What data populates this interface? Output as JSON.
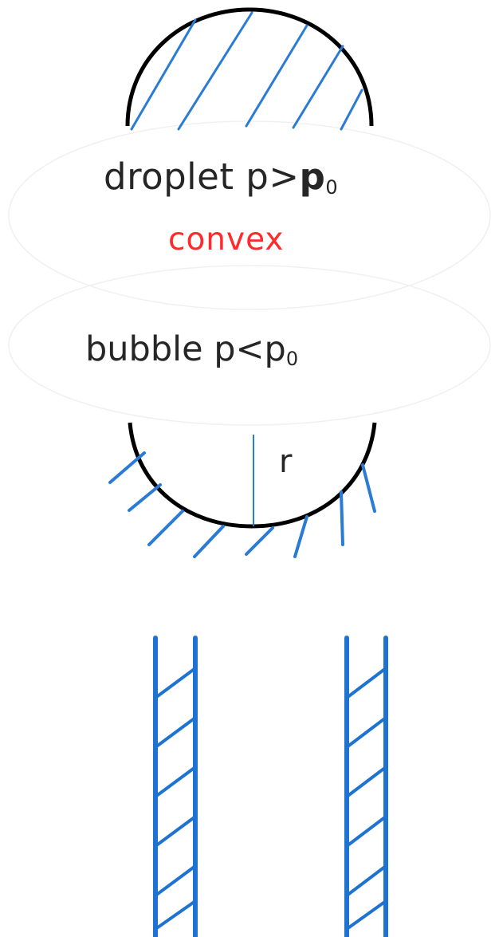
{
  "droplet": {
    "text": "droplet p>",
    "p": "p",
    "sub": "0"
  },
  "convex": {
    "text": "convex",
    "color": "#ff2a2a"
  },
  "bubble": {
    "text": "bubble p<p",
    "sub": "0"
  },
  "radius": {
    "text": "r"
  },
  "colors": {
    "outline": "#000000",
    "hatch": "#2a7bd4",
    "tube": "#1f73d0",
    "text": "#262626"
  }
}
